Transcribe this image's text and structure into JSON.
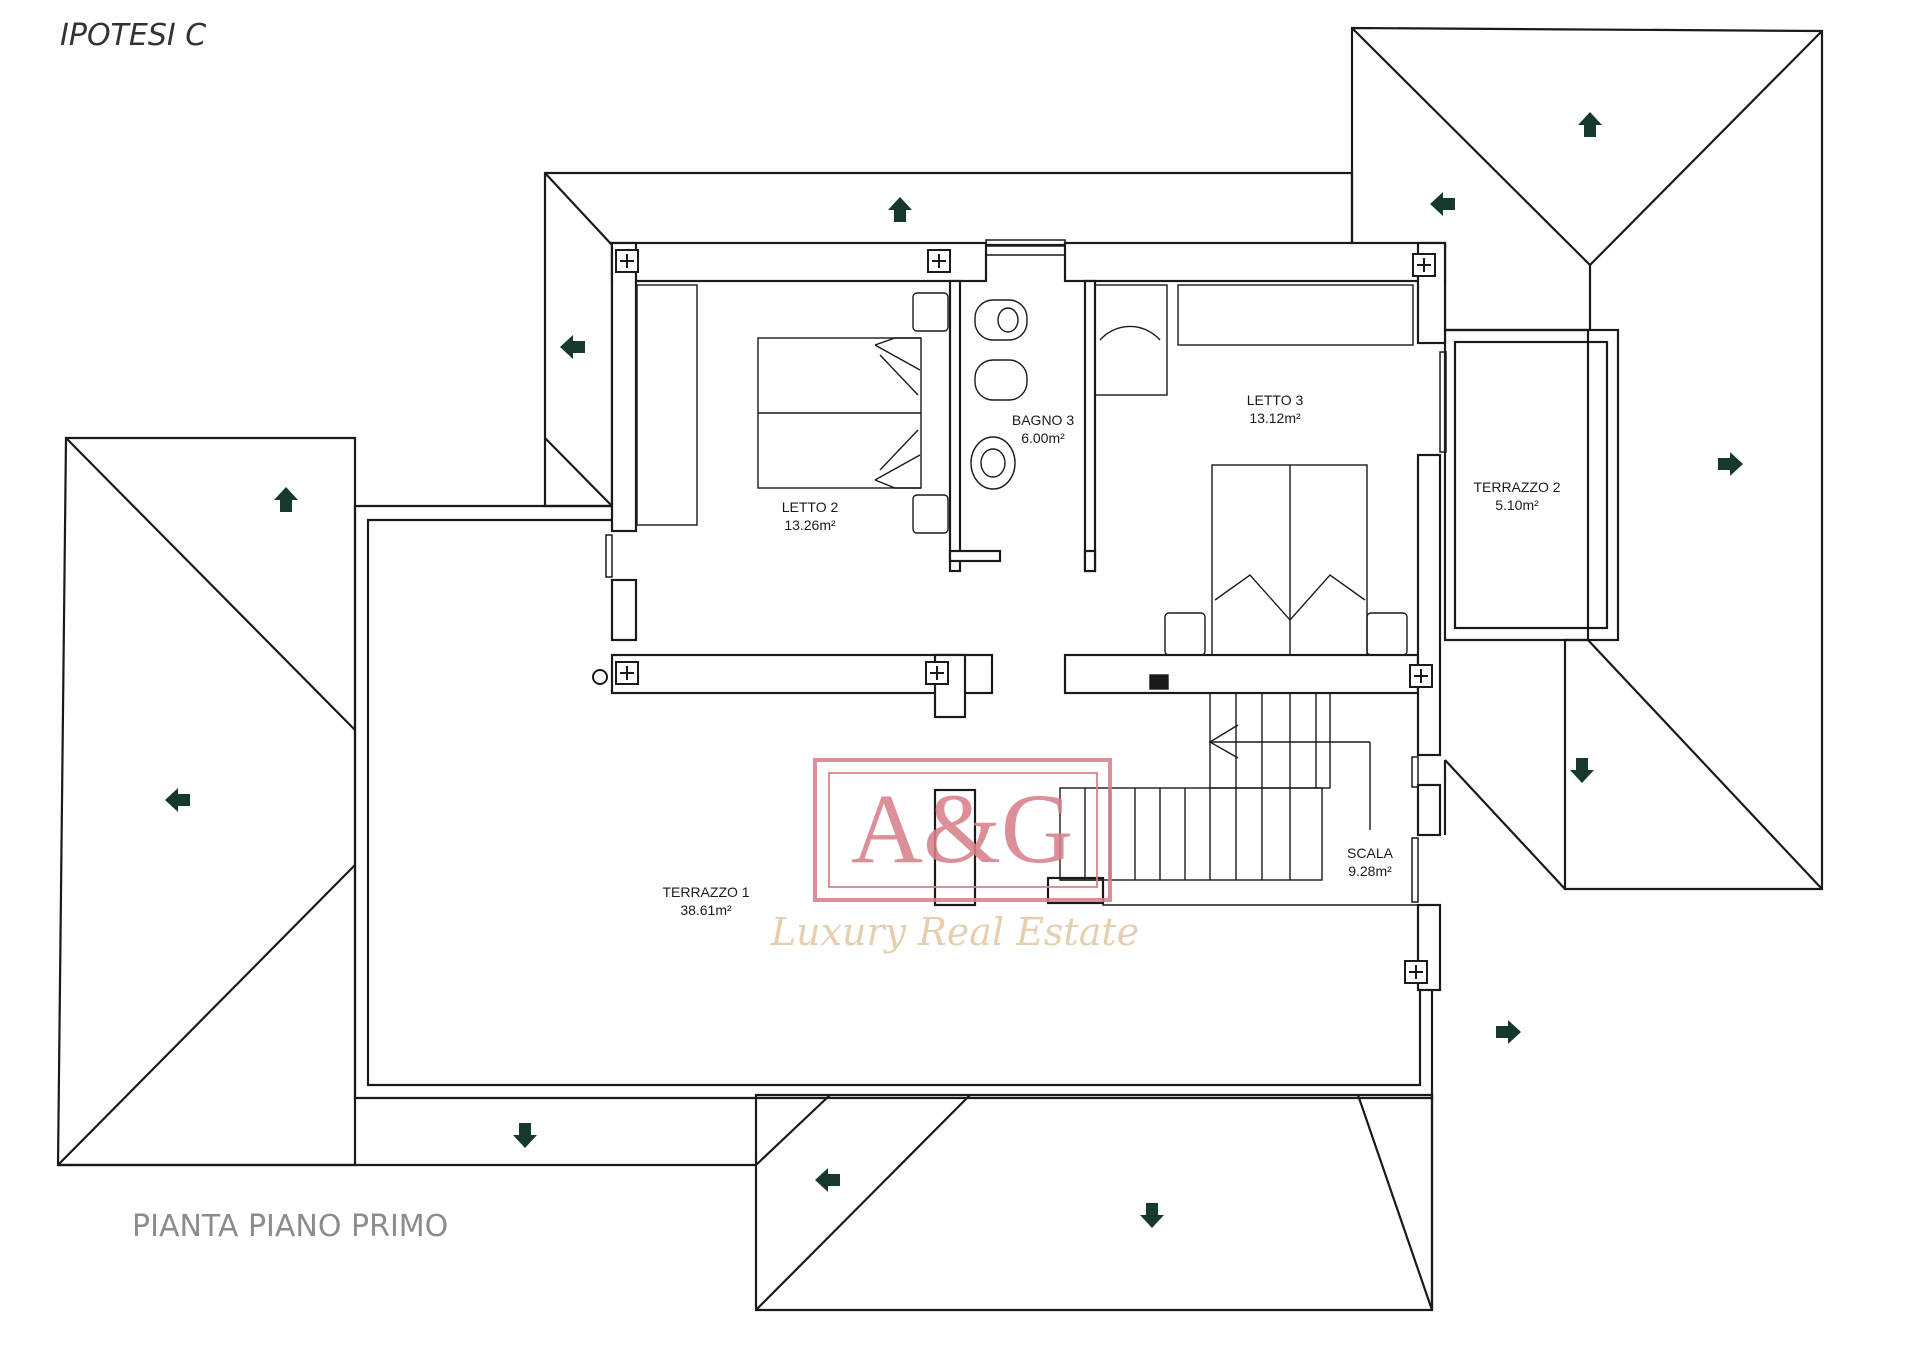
{
  "header": {
    "handwritten_title": "IPOTESI C"
  },
  "footer": {
    "plan_title": "PIANTA PIANO PRIMO"
  },
  "rooms": [
    {
      "id": "letto2",
      "name": "LETTO 2",
      "area": "13.26m²"
    },
    {
      "id": "bagno3",
      "name": "BAGNO 3",
      "area": "6.00m²"
    },
    {
      "id": "letto3",
      "name": "LETTO 3",
      "area": "13.12m²"
    },
    {
      "id": "terrazzo2",
      "name": "TERRAZZO 2",
      "area": "5.10m²"
    },
    {
      "id": "terrazzo1",
      "name": "TERRAZZO 1",
      "area": "38.61m²"
    },
    {
      "id": "scala",
      "name": "SCALA",
      "area": "9.28m²"
    }
  ],
  "watermark": {
    "logo": "A&G",
    "tagline": "Luxury Real Estate",
    "color": "#d9808a",
    "tagline_color": "#e2c9a6"
  },
  "colors": {
    "line": "#1a1a1a",
    "arrow": "#163a2a"
  }
}
